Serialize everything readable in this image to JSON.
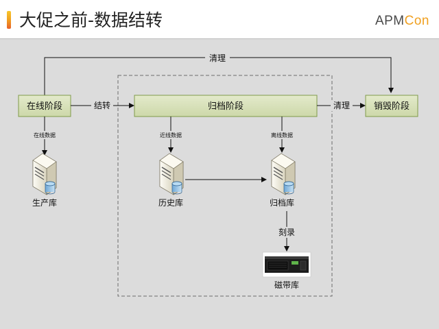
{
  "header": {
    "title": "大促之前-数据结转",
    "logo_main": "APM",
    "logo_accent": "Con"
  },
  "colors": {
    "background": "#dcdcdc",
    "box_fill": "#d6dfb8",
    "box_border": "#7f9a4a",
    "accent": "#f0a020"
  },
  "nodes": {
    "online_stage": "在线阶段",
    "archive_stage": "归档阶段",
    "destroy_stage": "销毁阶段",
    "production_db": "生产库",
    "history_db": "历史库",
    "archive_db": "归档库",
    "tape_library": "磁带库"
  },
  "edges": {
    "top_cleanup": "清理",
    "transfer": "结转",
    "right_cleanup": "清理",
    "online_data": "在线数据",
    "nearline_data": "近线数据",
    "offline_data": "离线数据",
    "burn": "刻录"
  },
  "icons": {
    "server": "server-database-icon",
    "tape": "tape-library-icon"
  }
}
